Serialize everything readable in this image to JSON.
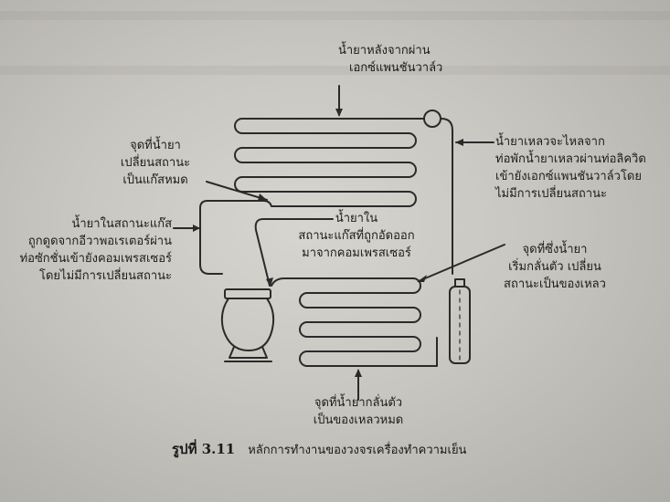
{
  "caption": {
    "figure_number": "รูปที่ 3.11",
    "title": "หลักการทำงานของวงจรเครื่องทำความเย็น"
  },
  "labels": {
    "expansion_outlet": [
      "น้ำยาหลังจากผ่าน",
      "เอกซ์แพนชันวาล์ว"
    ],
    "liquid_to_expansion": [
      "น้ำยาเหลวจะไหลจาก",
      "ท่อพักน้ำยาเหลวผ่านท่อลิควิด",
      "เข้ายังเอกซ์แพนชันวาล์วโดย",
      "ไม่มีการเปลี่ยนสถานะ"
    ],
    "fully_gas_point": [
      "จุดที่น้ำยา",
      "เปลี่ยนสถานะ",
      "เป็นแก๊สหมด"
    ],
    "suction_gas": [
      "น้ำยาในสถานะแก๊ส",
      "ถูกดูดจากอีวาพอเรเตอร์ผ่าน",
      "ท่อซักชั่นเข้ายังคอมเพรสเซอร์",
      "โดยไม่มีการเปลี่ยนสถานะ"
    ],
    "compressed_gas": [
      "น้ำยาใน",
      "สถานะแก๊สที่ถูกอัดออก",
      "มาจากคอมเพรสเซอร์"
    ],
    "condensing_start": [
      "จุดที่ซึ่งน้ำยา",
      "เริ่มกลั่นตัว เปลี่ยน",
      "สถานะเป็นของเหลว"
    ],
    "fully_liquid_point": [
      "จุดที่น้ำยากลั่นตัว",
      "เป็นของเหลวหมด"
    ]
  }
}
